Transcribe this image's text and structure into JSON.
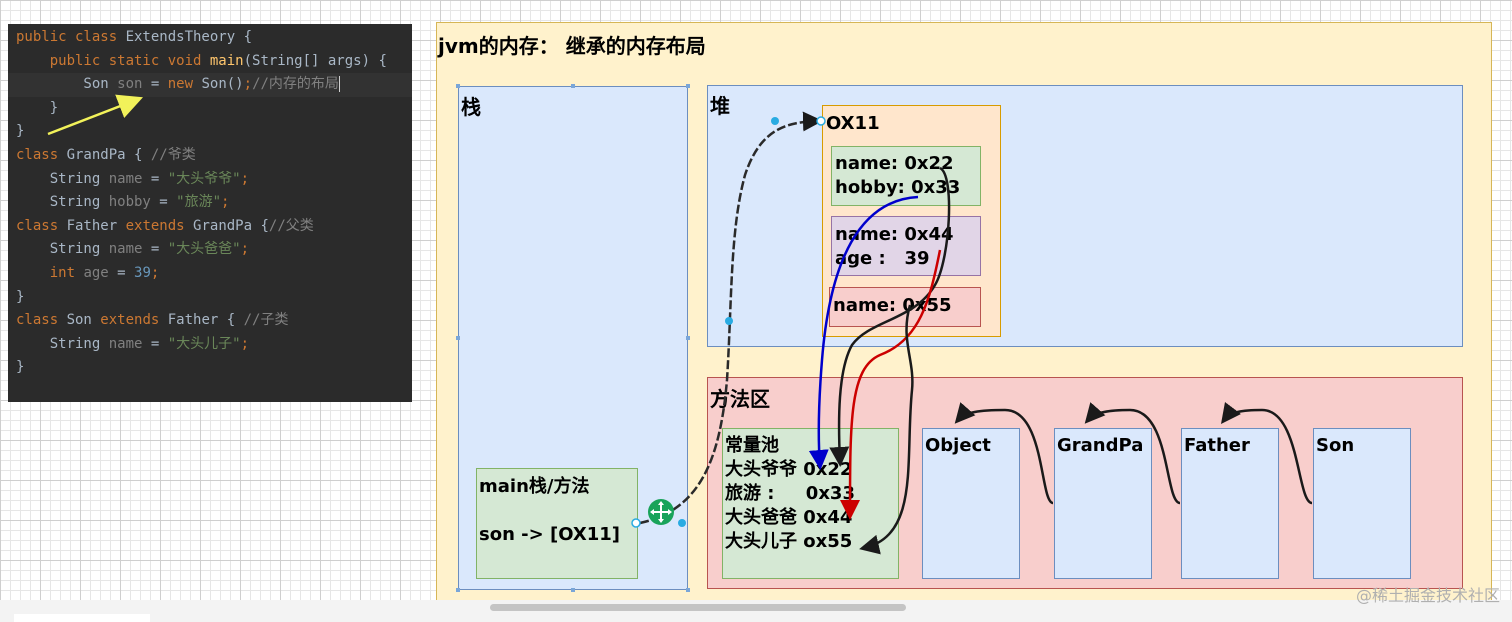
{
  "code": {
    "lines": [
      [
        {
          "t": "public class ",
          "c": "kw"
        },
        {
          "t": "ExtendsTheory {",
          "c": "pl"
        }
      ],
      [
        {
          "t": "    public static void ",
          "c": "kw"
        },
        {
          "t": "main",
          "c": "fn"
        },
        {
          "t": "(String[] args) {",
          "c": "pl"
        }
      ],
      [
        {
          "t": "        Son ",
          "c": "pl"
        },
        {
          "t": "son",
          "c": "dim"
        },
        {
          "t": " = ",
          "c": "pl"
        },
        {
          "t": "new ",
          "c": "kw"
        },
        {
          "t": "Son()",
          "c": "pl"
        },
        {
          "t": ";",
          "c": "kw"
        },
        {
          "t": "//内存的布局",
          "c": "cm"
        }
      ],
      [
        {
          "t": "    }",
          "c": "pl"
        }
      ],
      [
        {
          "t": "}",
          "c": "pl"
        }
      ],
      [
        {
          "t": "class ",
          "c": "kw"
        },
        {
          "t": "GrandPa { ",
          "c": "pl"
        },
        {
          "t": "//爷类",
          "c": "cm"
        }
      ],
      [
        {
          "t": "    String ",
          "c": "pl"
        },
        {
          "t": "name",
          "c": "dim"
        },
        {
          "t": " = ",
          "c": "pl"
        },
        {
          "t": "\"大头爷爷\"",
          "c": "str"
        },
        {
          "t": ";",
          "c": "kw"
        }
      ],
      [
        {
          "t": "    String ",
          "c": "pl"
        },
        {
          "t": "hobby",
          "c": "dim"
        },
        {
          "t": " = ",
          "c": "pl"
        },
        {
          "t": "\"旅游\"",
          "c": "str"
        },
        {
          "t": ";",
          "c": "kw"
        }
      ],
      [
        {
          "t": "class ",
          "c": "kw"
        },
        {
          "t": "Father ",
          "c": "pl"
        },
        {
          "t": "extends ",
          "c": "kw"
        },
        {
          "t": "GrandPa {",
          "c": "pl"
        },
        {
          "t": "//父类",
          "c": "cm"
        }
      ],
      [
        {
          "t": "    String ",
          "c": "pl"
        },
        {
          "t": "name",
          "c": "dim"
        },
        {
          "t": " = ",
          "c": "pl"
        },
        {
          "t": "\"大头爸爸\"",
          "c": "str"
        },
        {
          "t": ";",
          "c": "kw"
        }
      ],
      [
        {
          "t": "    int ",
          "c": "kw"
        },
        {
          "t": "age",
          "c": "dim"
        },
        {
          "t": " = ",
          "c": "pl"
        },
        {
          "t": "39",
          "c": "num"
        },
        {
          "t": ";",
          "c": "kw"
        }
      ],
      [
        {
          "t": "}",
          "c": "pl"
        }
      ],
      [
        {
          "t": "class ",
          "c": "kw"
        },
        {
          "t": "Son ",
          "c": "pl"
        },
        {
          "t": "extends ",
          "c": "kw"
        },
        {
          "t": "Father { ",
          "c": "pl"
        },
        {
          "t": "//子类",
          "c": "cm"
        }
      ],
      [
        {
          "t": "    String ",
          "c": "pl"
        },
        {
          "t": "name",
          "c": "dim"
        },
        {
          "t": " = ",
          "c": "pl"
        },
        {
          "t": "\"大头儿子\"",
          "c": "str"
        },
        {
          "t": ";",
          "c": "kw"
        }
      ],
      [
        {
          "t": "}",
          "c": "pl"
        }
      ]
    ],
    "active_line": 2
  },
  "diagram": {
    "title": "jvm的内存： 继承的内存布局",
    "stack_label": "栈",
    "heap_label": "堆",
    "method_area_label": "方法区",
    "object_address": "OX11",
    "grandpa_fields": "name: 0x22\nhobby: 0x33",
    "father_fields": "name: 0x44\nage :   39",
    "son_fields": "name: 0x55",
    "main_frame": "main栈/方法\n\nson -> [OX11]",
    "constant_pool": "常量池\n大头爷爷 0x22\n旅游 :     0x33\n大头爸爸 0x44\n大头儿子 ox55",
    "classes": [
      "Object",
      "GrandPa",
      "Father",
      "Son"
    ]
  },
  "watermark": "@稀土掘金技术社区",
  "colors": {
    "arrow_blue": "#0000cc",
    "arrow_red": "#cc0000",
    "arrow_dark": "#1a1a1a",
    "annotation_yellow": "#f2f25a",
    "handle_blue": "#29abe2",
    "move_handle_green": "#19a35a"
  }
}
